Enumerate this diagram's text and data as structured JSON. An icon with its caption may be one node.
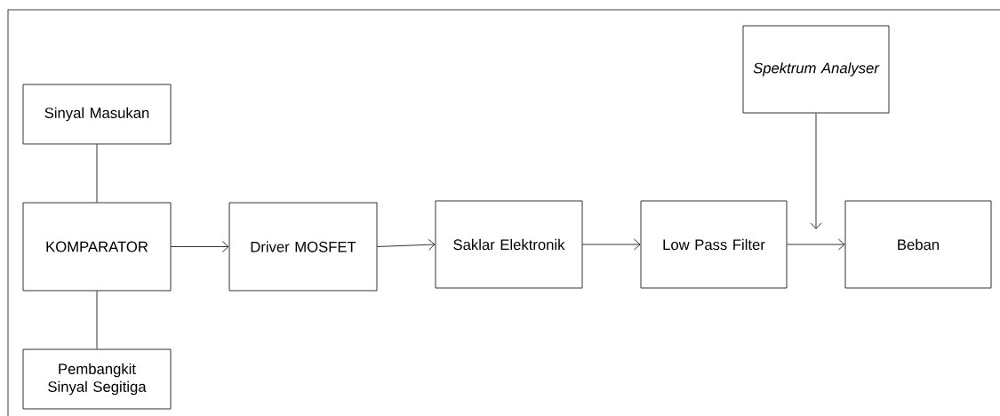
{
  "diagram": {
    "nodes": [
      {
        "text": [
          "Spektrum Analyser"
        ]
      },
      {
        "text": [
          "Sinyal Masukan"
        ]
      },
      {
        "text": [
          "KOMPARATOR"
        ]
      },
      {
        "text": [
          "Driver MOSFET"
        ]
      },
      {
        "text": [
          "Saklar Elektronik"
        ]
      },
      {
        "text": [
          "Low Pass Filter"
        ]
      },
      {
        "text": [
          "Beban"
        ]
      },
      {
        "text": [
          "Pembangkit Sinyal Segitiga"
        ]
      }
    ],
    "edges": [
      {
        "from": 1,
        "to": 2,
        "arrow": "none"
      },
      {
        "from": 2,
        "to": 7,
        "arrow": "none"
      },
      {
        "from": 2,
        "to": 3,
        "arrow": "to"
      },
      {
        "from": 3,
        "to": 4,
        "arrow": "to"
      },
      {
        "from": 4,
        "to": 5,
        "arrow": "to"
      },
      {
        "from": 5,
        "to": 6,
        "arrow": "to"
      },
      {
        "from": 0,
        "to": null,
        "arrow": "to"
      }
    ]
  }
}
